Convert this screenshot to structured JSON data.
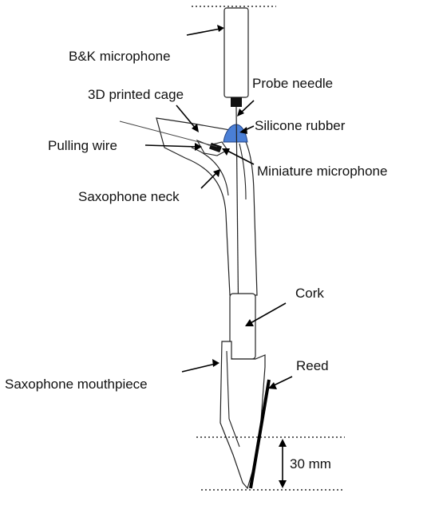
{
  "labels": {
    "bk_microphone": "B&K microphone",
    "probe_needle": "Probe needle",
    "printed_cage": "3D printed cage",
    "silicone_rubber": "Silicone rubber",
    "pulling_wire": "Pulling wire",
    "miniature_microphone": "Miniature microphone",
    "saxophone_neck": "Saxophone neck",
    "cork": "Cork",
    "reed": "Reed",
    "saxophone_mouthpiece": "Saxophone mouthpiece",
    "dimension": "30 mm"
  },
  "colors": {
    "silicone": "#4a7fd6",
    "reed": "#000000",
    "outline": "#222222"
  }
}
